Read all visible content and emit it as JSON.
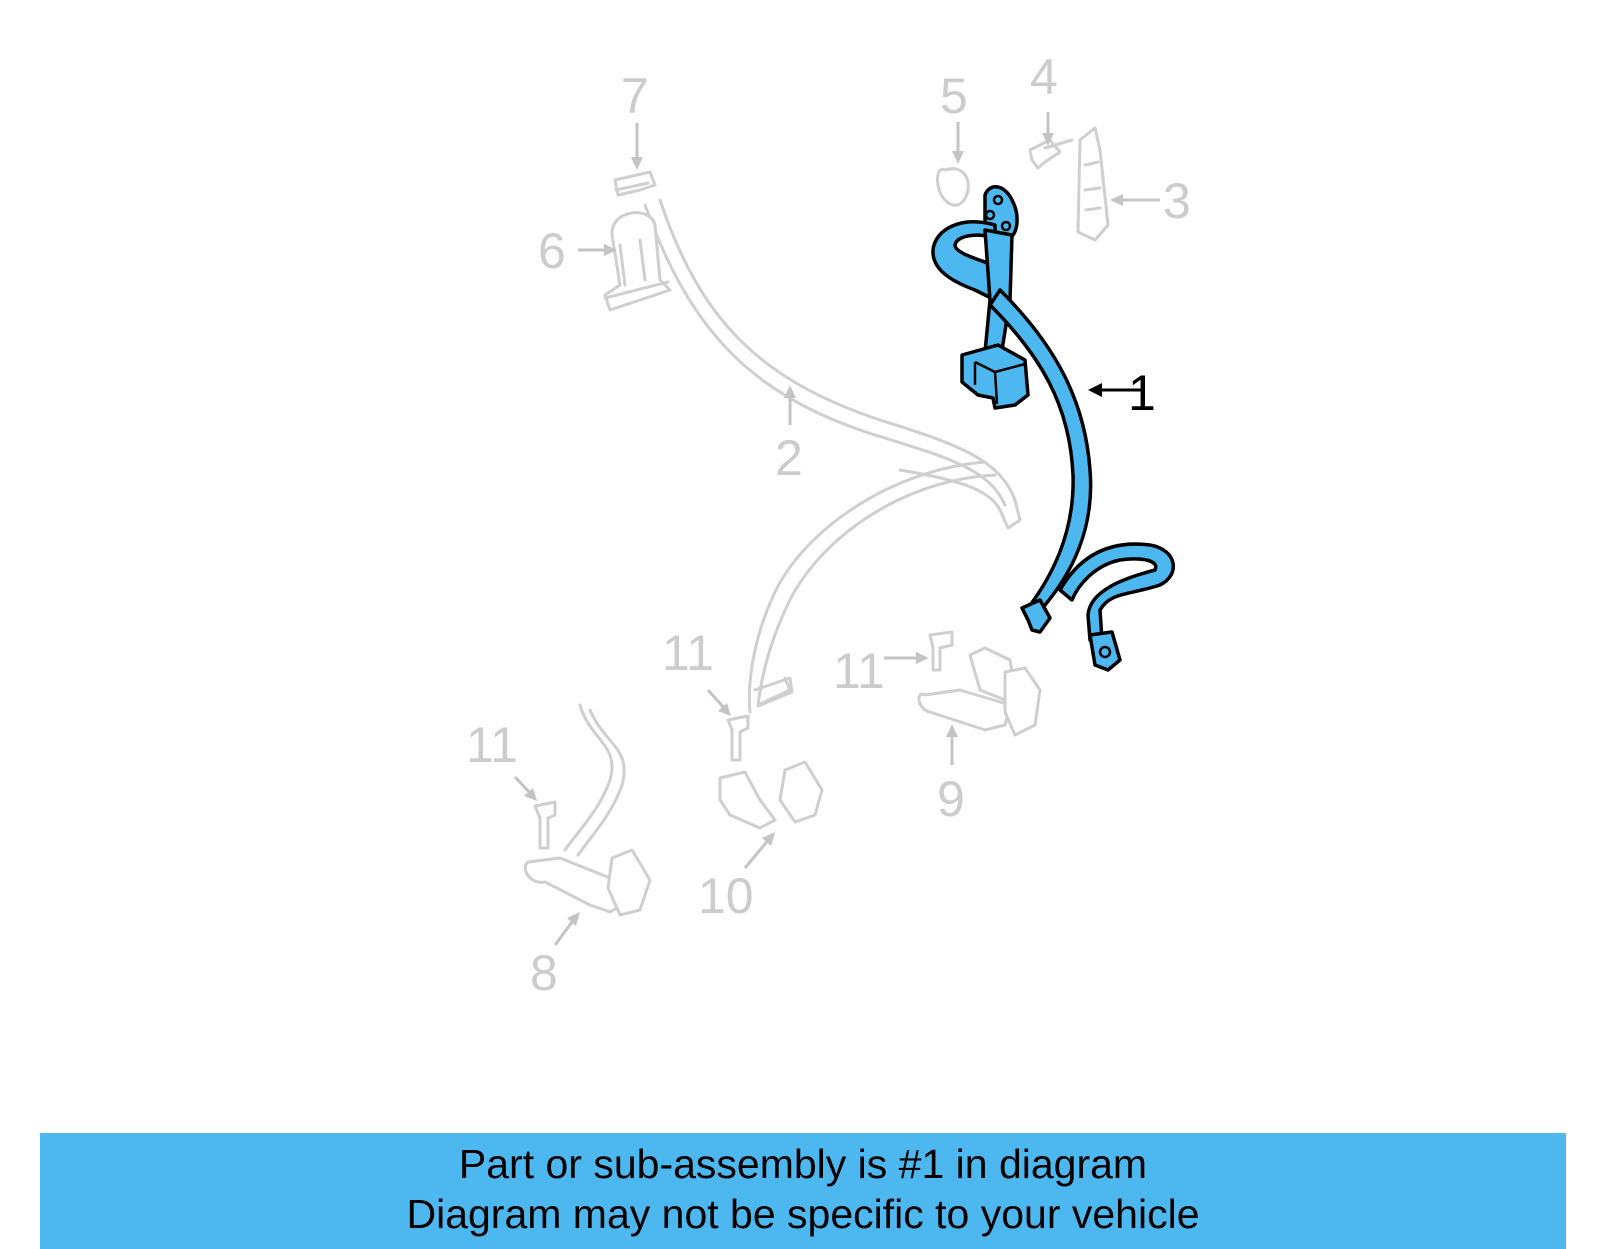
{
  "diagram": {
    "callouts": {
      "c1": "1",
      "c2": "2",
      "c3": "3",
      "c4": "4",
      "c5": "5",
      "c6": "6",
      "c7": "7",
      "c8": "8",
      "c9": "9",
      "c10": "10",
      "c11a": "11",
      "c11b": "11",
      "c11c": "11"
    }
  },
  "colors": {
    "highlight": "#4db8ef",
    "ghost": "#cccccc"
  },
  "banner": {
    "line1": "Part or sub-assembly is #1 in diagram",
    "line2": "Diagram may not be specific to your vehicle"
  }
}
